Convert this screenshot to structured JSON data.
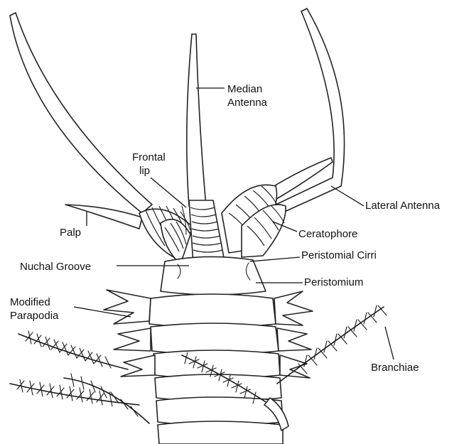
{
  "labels": {
    "median_antenna": "Median\nAntenna",
    "frontal_lip": "Frontal\nlip",
    "lateral_antenna": "Lateral Antenna",
    "palp": "Palp",
    "ceratophore": "Ceratophore",
    "peristomial_cirri": "Peristomial Cirri",
    "nuchal_groove": "Nuchal Groove",
    "peristomium": "Peristomium",
    "modified_parapodia": "Modified\nParapodia",
    "branchiae": "Branchiae"
  }
}
